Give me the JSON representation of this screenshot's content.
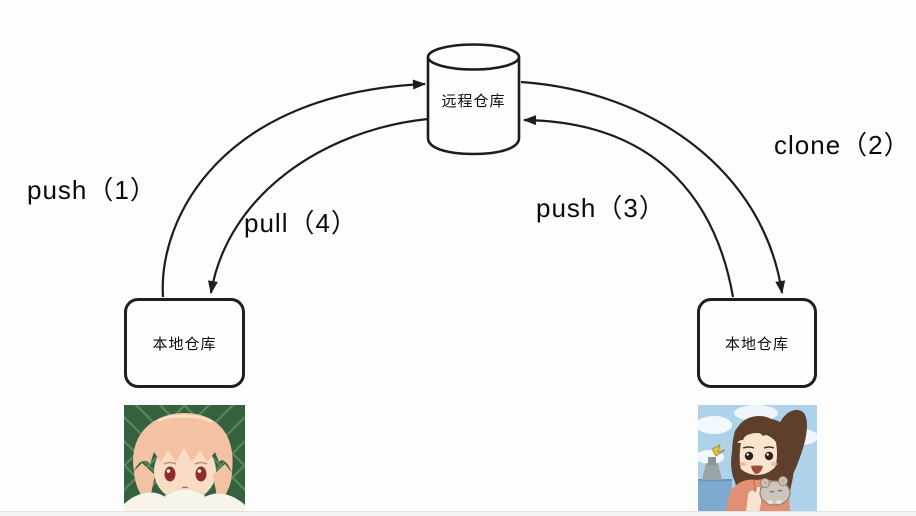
{
  "diagram": {
    "remote_repo_label": "远程仓库",
    "local_repo_left_label": "本地仓库",
    "local_repo_right_label": "本地仓库",
    "labels": {
      "push1": "push（1）",
      "clone2": "clone（2）",
      "push3": "push（3）",
      "pull4": "pull（4）"
    }
  },
  "colors": {
    "background": "#fdfdfd",
    "line_stroke": "#1d1d1d",
    "text": "#0a0a0a",
    "bottom_strip": "#f3f3f3"
  },
  "icons": {
    "remote_repo": "database-cylinder-icon",
    "left_avatar": "anime-boy-portrait",
    "right_avatar": "anime-girl-with-mouse-portrait"
  }
}
